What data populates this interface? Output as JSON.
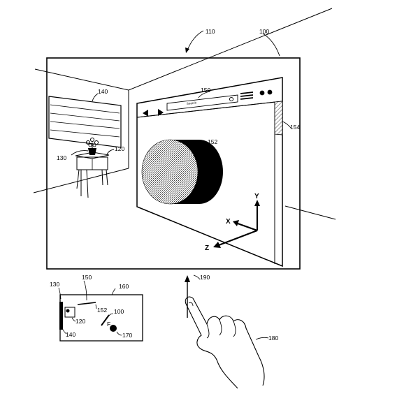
{
  "figure": {
    "labels": {
      "ref_110": "110",
      "ref_100": "100",
      "ref_140": "140",
      "ref_150": "150",
      "ref_154": "154",
      "ref_152": "152",
      "ref_120": "120",
      "ref_130": "130",
      "ref_190": "190",
      "ref_180": "180",
      "ref_160": "160"
    },
    "browser": {
      "search_placeholder": "Search"
    },
    "axes": {
      "x": "X",
      "y": "Y",
      "z": "Z"
    },
    "map": {
      "ref_130": "130",
      "ref_150": "150",
      "ref_160": "160",
      "ref_152": "152",
      "ref_100": "100",
      "ref_120": "120",
      "ref_140": "140",
      "ref_170": "170",
      "marker": "F"
    }
  }
}
